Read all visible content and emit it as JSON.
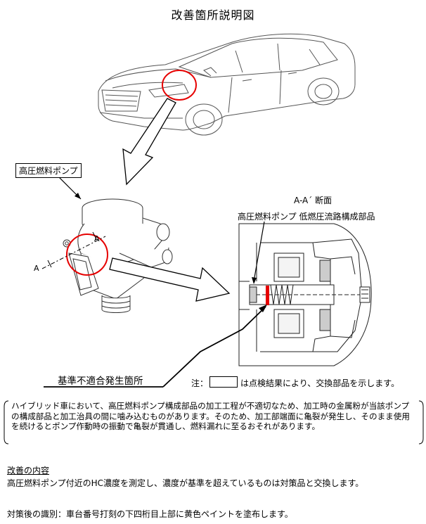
{
  "title": "改善箇所説明図",
  "labels": {
    "pump": "高圧燃料ポンプ",
    "section": "A-A´ 断面",
    "section_parts": "高圧燃料ポンプ 低燃圧流路構成部品",
    "a_left": "A",
    "a_right": "A",
    "failure_point": "基準不適合発生箇所"
  },
  "legend": {
    "prefix": "注：",
    "suffix": "は点検結果により、交換部品を示します。"
  },
  "description": "ハイブリッド車において、高圧燃料ポンプ構成部品の加工工程が不適切なため、加工時の金属粉が当該ポンプの構成部品と加工治具の間に噛み込むものがあります。そのため、加工部端面に亀裂が発生し、そのまま使用を続けるとポンプ作動時の振動で亀裂が貫通し、燃料漏れに至るおそれがあります。",
  "improvement": {
    "heading": "改善の内容",
    "body": "高圧燃料ポンプ付近のHC濃度を測定し、濃度が基準を超えているものは対策品と交換します。"
  },
  "identification": "対策後の識別：車台番号打刻の下四桁目上部に黄色ペイントを塗布します。",
  "colors": {
    "highlight": "#e60000",
    "line": "#000000"
  }
}
